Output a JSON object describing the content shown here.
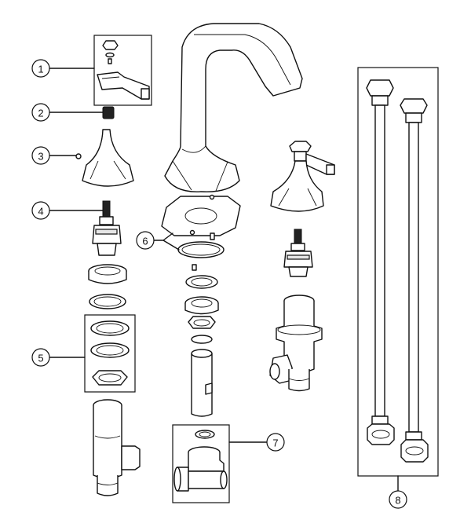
{
  "callouts": [
    {
      "id": "1",
      "label": "1"
    },
    {
      "id": "2",
      "label": "2"
    },
    {
      "id": "3",
      "label": "3"
    },
    {
      "id": "4",
      "label": "4"
    },
    {
      "id": "5",
      "label": "5"
    },
    {
      "id": "6",
      "label": "6"
    },
    {
      "id": "7",
      "label": "7"
    },
    {
      "id": "8",
      "label": "8"
    }
  ],
  "parts": [
    {
      "ref": "1",
      "name": "handle-assembly-left"
    },
    {
      "ref": "2",
      "name": "stem-adapter"
    },
    {
      "ref": "3",
      "name": "set-screw"
    },
    {
      "ref": "4",
      "name": "valve-cartridge"
    },
    {
      "ref": "5",
      "name": "washer-nut-set"
    },
    {
      "ref": "6",
      "name": "gasket-set"
    },
    {
      "ref": "7",
      "name": "tee-connector"
    },
    {
      "ref": "8",
      "name": "supply-hoses"
    }
  ],
  "colors": {
    "line": "#111111",
    "background": "#ffffff",
    "fill_light": "#e6e6e6"
  }
}
